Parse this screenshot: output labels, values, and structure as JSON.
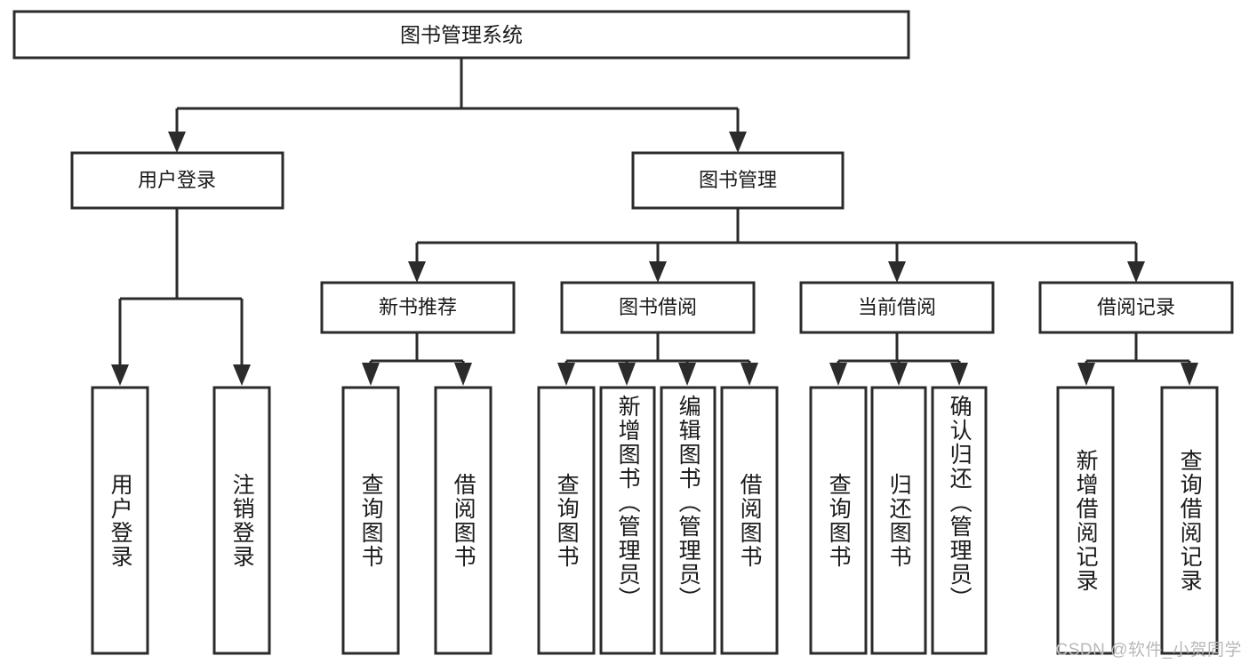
{
  "diagram": {
    "title": "图书管理系统",
    "watermark": "CSDN @软件_小贺同学",
    "colors": {
      "stroke": "#2b2b2b",
      "fill": "#ffffff",
      "text": "#1a1a1a",
      "watermark": "#b9b9b9",
      "background": "#ffffff"
    },
    "levels": {
      "root": {
        "label": "图书管理系统"
      },
      "level1": [
        {
          "label": "用户登录"
        },
        {
          "label": "图书管理"
        }
      ],
      "level2": [
        {
          "label": "新书推荐"
        },
        {
          "label": "图书借阅"
        },
        {
          "label": "当前借阅"
        },
        {
          "label": "借阅记录"
        }
      ],
      "leaves": {
        "user_login": [
          {
            "label": "用户登录"
          },
          {
            "label": "注销登录"
          }
        ],
        "new_book_recommend": [
          {
            "label": "查询图书"
          },
          {
            "label": "借阅图书"
          }
        ],
        "book_borrow": [
          {
            "label": "查询图书"
          },
          {
            "label": "新增图书（管理员）"
          },
          {
            "label": "编辑图书（管理员）"
          },
          {
            "label": "借阅图书"
          }
        ],
        "current_borrow": [
          {
            "label": "查询图书"
          },
          {
            "label": "归还图书"
          },
          {
            "label": "确认归还（管理员）"
          }
        ],
        "borrow_record": [
          {
            "label": "新增借阅记录"
          },
          {
            "label": "查询借阅记录"
          }
        ]
      }
    }
  }
}
